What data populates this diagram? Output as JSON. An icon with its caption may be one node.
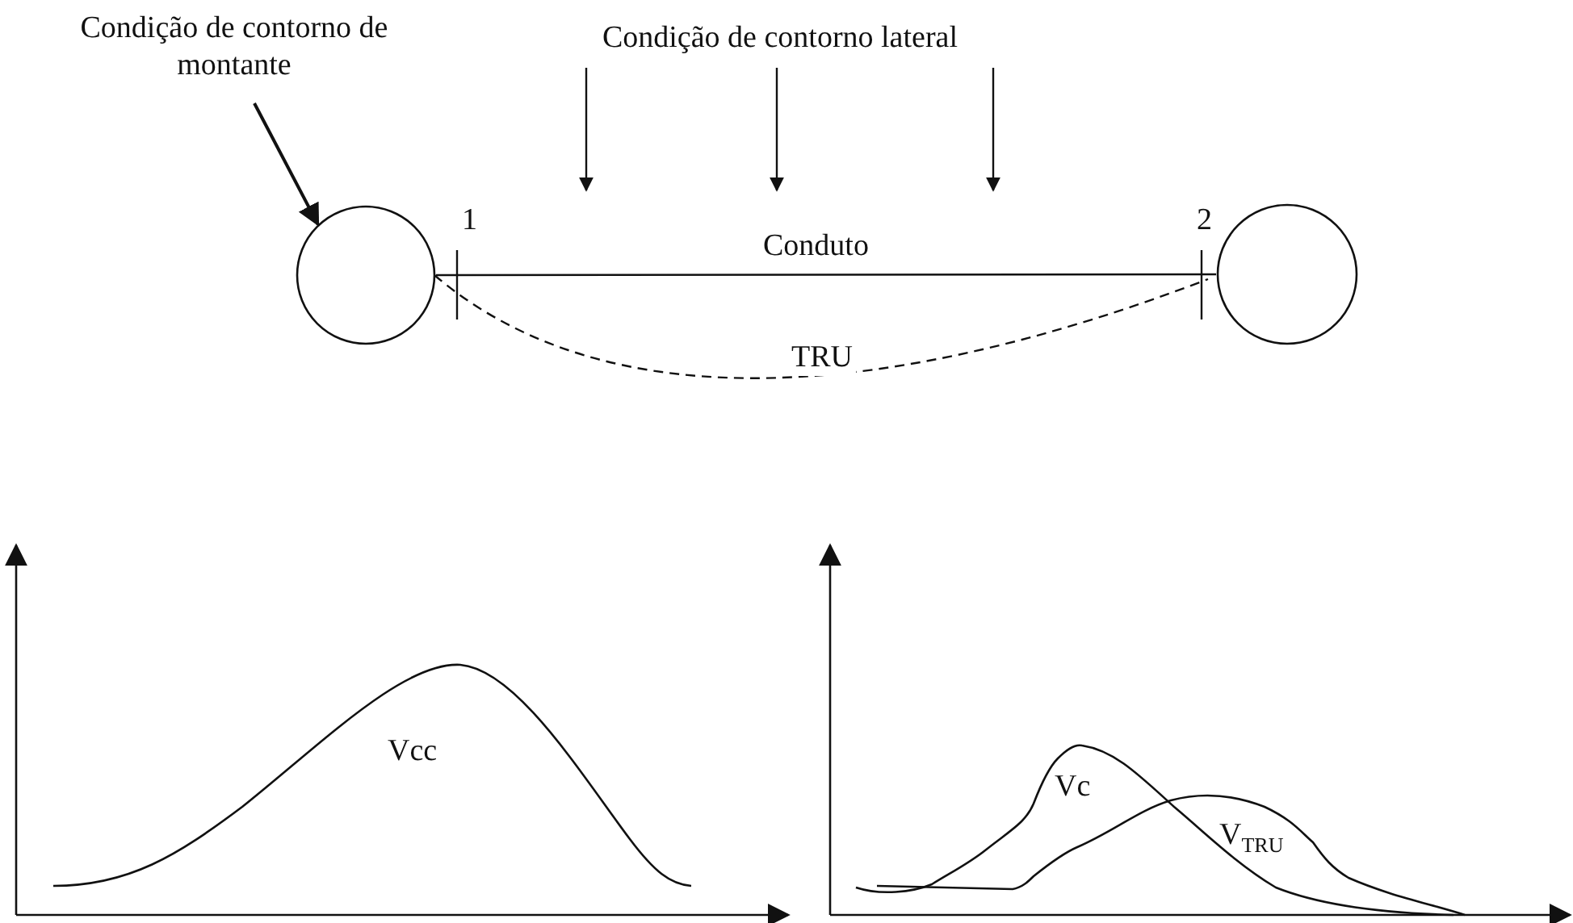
{
  "diagram": {
    "nodes": [
      {
        "text": [
          "Condição de contorno de montante"
        ]
      },
      {
        "text": [],
        "shape": "circle"
      },
      {
        "text": [],
        "shape": "circle"
      },
      {
        "text": [
          "Condição de contorno lateral"
        ]
      }
    ],
    "edges": [
      {
        "from": 0,
        "to": 1,
        "arrow": "to"
      },
      {
        "from": 1,
        "to": 2,
        "arrow": "none",
        "label": "Conduto"
      },
      {
        "from": 1,
        "to": 2,
        "arrow": "none",
        "label": "TRU",
        "style": "dashed"
      },
      {
        "from": 3,
        "to": null,
        "arrow": "to"
      },
      {
        "from": 3,
        "to": null,
        "arrow": "to"
      },
      {
        "from": 3,
        "to": null,
        "arrow": "to"
      }
    ],
    "labels": [
      "1",
      "2",
      "Vcc",
      "Vc",
      "V$_{TRU}$"
    ]
  }
}
